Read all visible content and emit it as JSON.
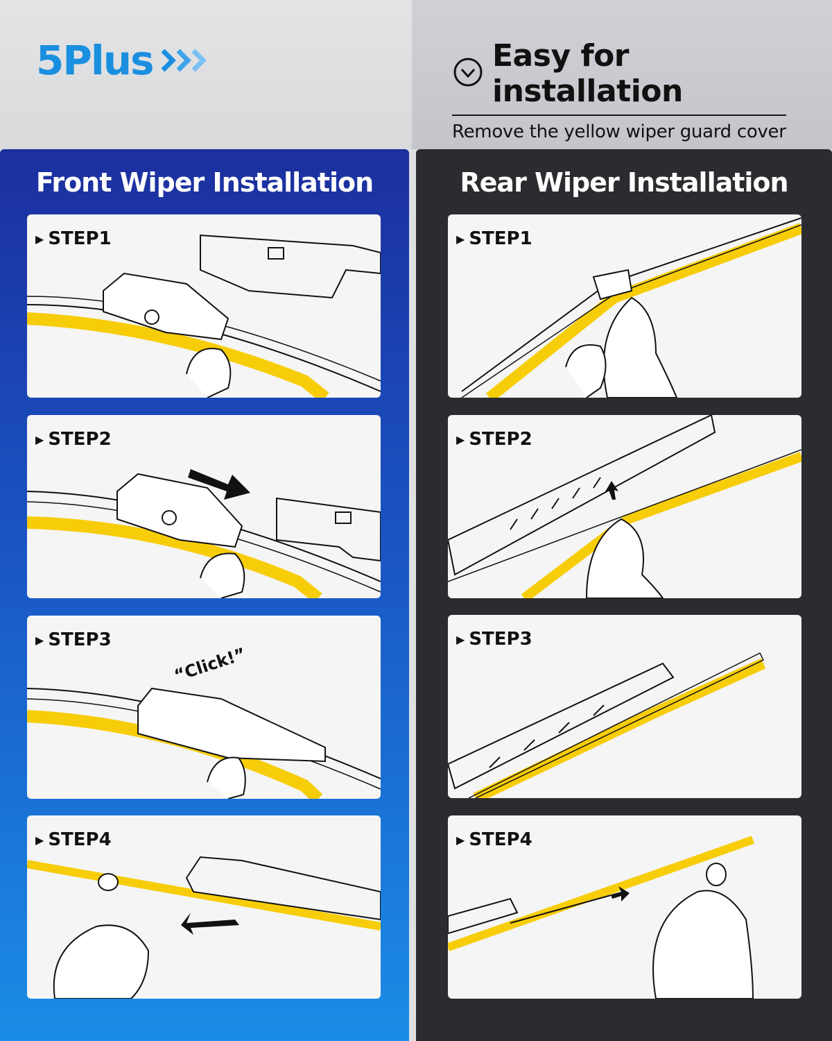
{
  "brand": {
    "name": "5Plus"
  },
  "header": {
    "title": "Easy for installation",
    "subtitle": "Remove the yellow wiper guard cover"
  },
  "front": {
    "title": "Front Wiper Installation",
    "steps": [
      {
        "label": "STEP1"
      },
      {
        "label": "STEP2"
      },
      {
        "label": "STEP3",
        "note": "“Click!”"
      },
      {
        "label": "STEP4"
      }
    ]
  },
  "rear": {
    "title": "Rear Wiper Installation",
    "steps": [
      {
        "label": "STEP1"
      },
      {
        "label": "STEP2"
      },
      {
        "label": "STEP3"
      },
      {
        "label": "STEP4"
      }
    ]
  },
  "colors": {
    "brand_blue": "#1a8fe0",
    "guard_yellow": "#f7cd0a",
    "rear_panel": "#2b2c2f"
  }
}
